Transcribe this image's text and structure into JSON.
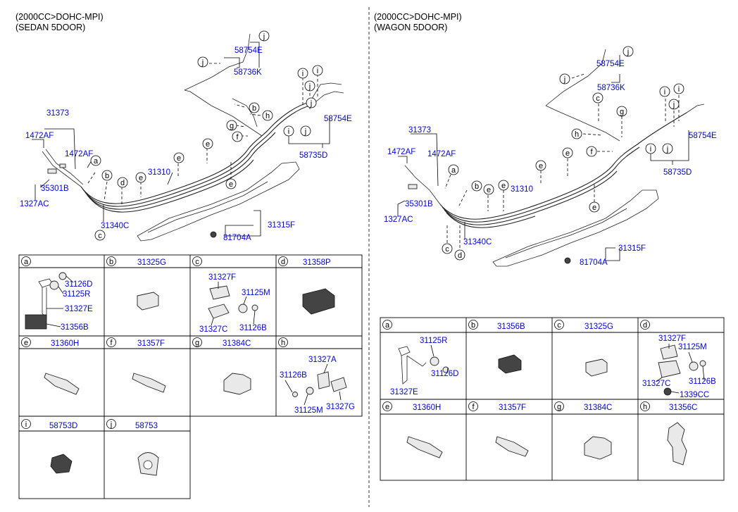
{
  "left": {
    "header": [
      "(2000CC>DOHC-MPI)",
      "(SEDAN 5DOOR)"
    ],
    "callouts": {
      "c31373": "31373",
      "c1472AF_a": "1472AF",
      "c1472AF_b": "1472AF",
      "c35301B": "35301B",
      "c1327AC": "1327AC",
      "c31340C": "31340C",
      "c31310": "31310",
      "c58754E_top": "58754E",
      "c58736K": "58736K",
      "c58754E_r": "58754E",
      "c58735D": "58735D",
      "c31315F": "31315F",
      "c81704A": "81704A"
    },
    "cells": [
      {
        "letter": "a",
        "part": "",
        "labels": [
          "31126D",
          "31125R",
          "31327E",
          "31356B"
        ]
      },
      {
        "letter": "b",
        "part": "31325G"
      },
      {
        "letter": "c",
        "part": "",
        "labels": [
          "31327F",
          "31125M",
          "31327C",
          "31126B"
        ]
      },
      {
        "letter": "d",
        "part": "31358P"
      },
      {
        "letter": "e",
        "part": "31360H"
      },
      {
        "letter": "f",
        "part": "31357F"
      },
      {
        "letter": "g",
        "part": "31384C"
      },
      {
        "letter": "h",
        "part": "",
        "labels": [
          "31327A",
          "31126B",
          "31125M",
          "31327G"
        ]
      },
      {
        "letter": "i",
        "part": "58753D"
      },
      {
        "letter": "j",
        "part": "58753"
      }
    ]
  },
  "right": {
    "header": [
      "(2000CC>DOHC-MPI)",
      "(WAGON 5DOOR)"
    ],
    "callouts": {
      "c31373": "31373",
      "c1472AF_a": "1472AF",
      "c1472AF_b": "1472AF",
      "c35301B": "35301B",
      "c1327AC": "1327AC",
      "c31340C": "31340C",
      "c31310": "31310",
      "c58754E_top": "58754E",
      "c58736K": "58736K",
      "c58754E_r": "58754E",
      "c58735D": "58735D",
      "c31315F": "31315F",
      "c81704A": "81704A"
    },
    "cells": [
      {
        "letter": "a",
        "part": "",
        "labels": [
          "31125R",
          "31126D",
          "31327E"
        ]
      },
      {
        "letter": "b",
        "part": "31356B"
      },
      {
        "letter": "c",
        "part": "31325G"
      },
      {
        "letter": "d",
        "part": "",
        "labels": [
          "31327F",
          "31125M",
          "31126B",
          "31327C",
          "1339CC"
        ]
      },
      {
        "letter": "e",
        "part": "31360H"
      },
      {
        "letter": "f",
        "part": "31357F"
      },
      {
        "letter": "g",
        "part": "31384C"
      },
      {
        "letter": "h",
        "part": "31356C"
      }
    ]
  }
}
